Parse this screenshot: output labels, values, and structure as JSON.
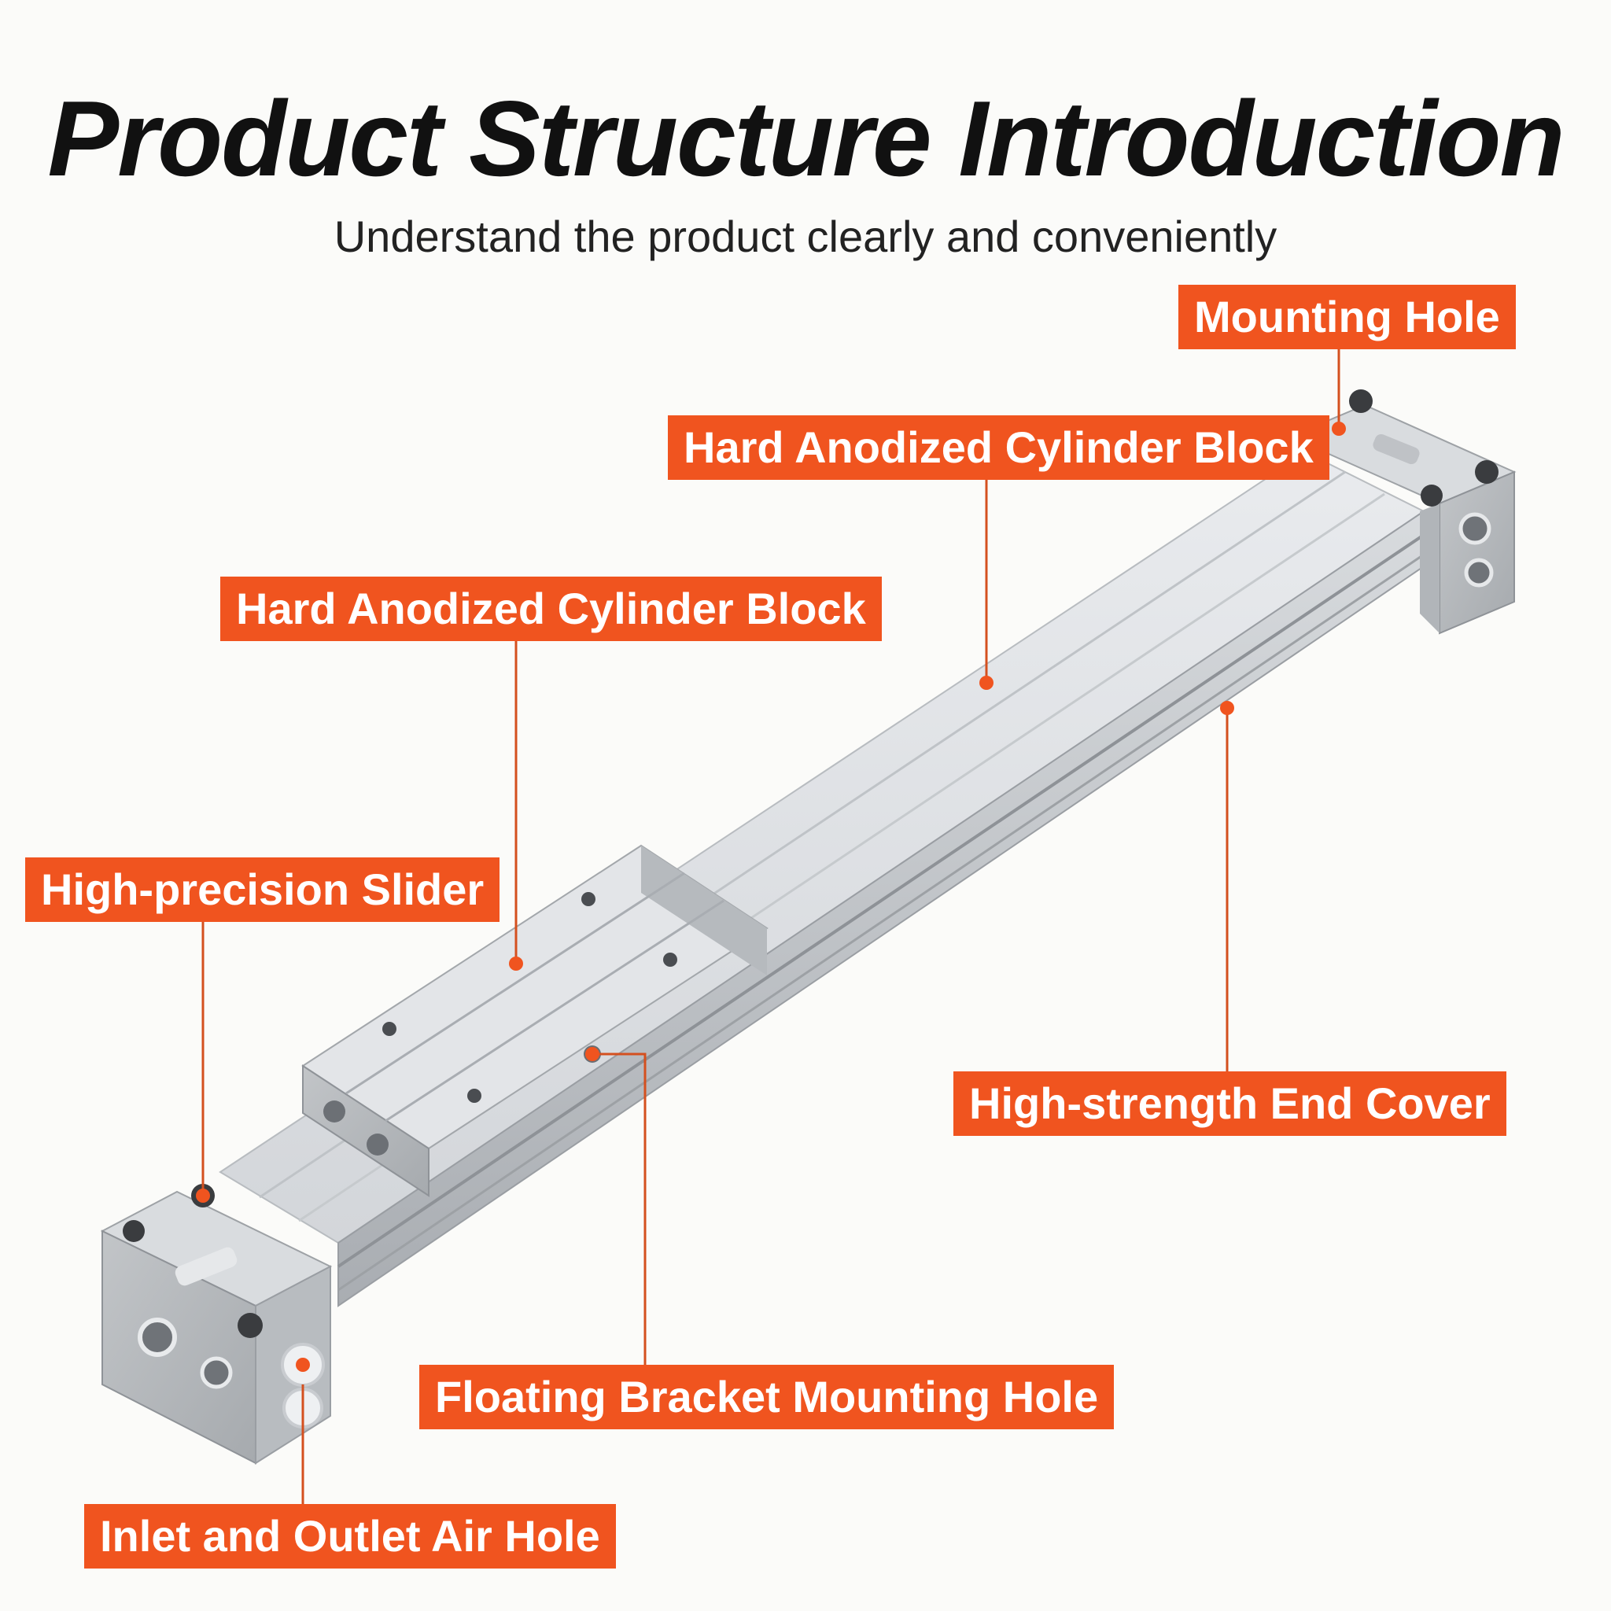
{
  "header": {
    "title": "Product Structure Introduction",
    "subtitle": "Understand the product clearly and conveniently"
  },
  "callouts": {
    "mounting_hole": "Mounting Hole",
    "cylinder_block_top": "Hard Anodized Cylinder Block",
    "cylinder_block_slider": "Hard Anodized Cylinder Block",
    "high_precision_slider": "High-precision Slider",
    "end_cover": "High-strength End Cover",
    "floating_bracket": "Floating Bracket Mounting Hole",
    "air_hole": "Inlet and Outlet Air Hole"
  },
  "colors": {
    "accent": "#f0541f",
    "metal": "#c9cccf",
    "background": "#fbfbf9"
  }
}
